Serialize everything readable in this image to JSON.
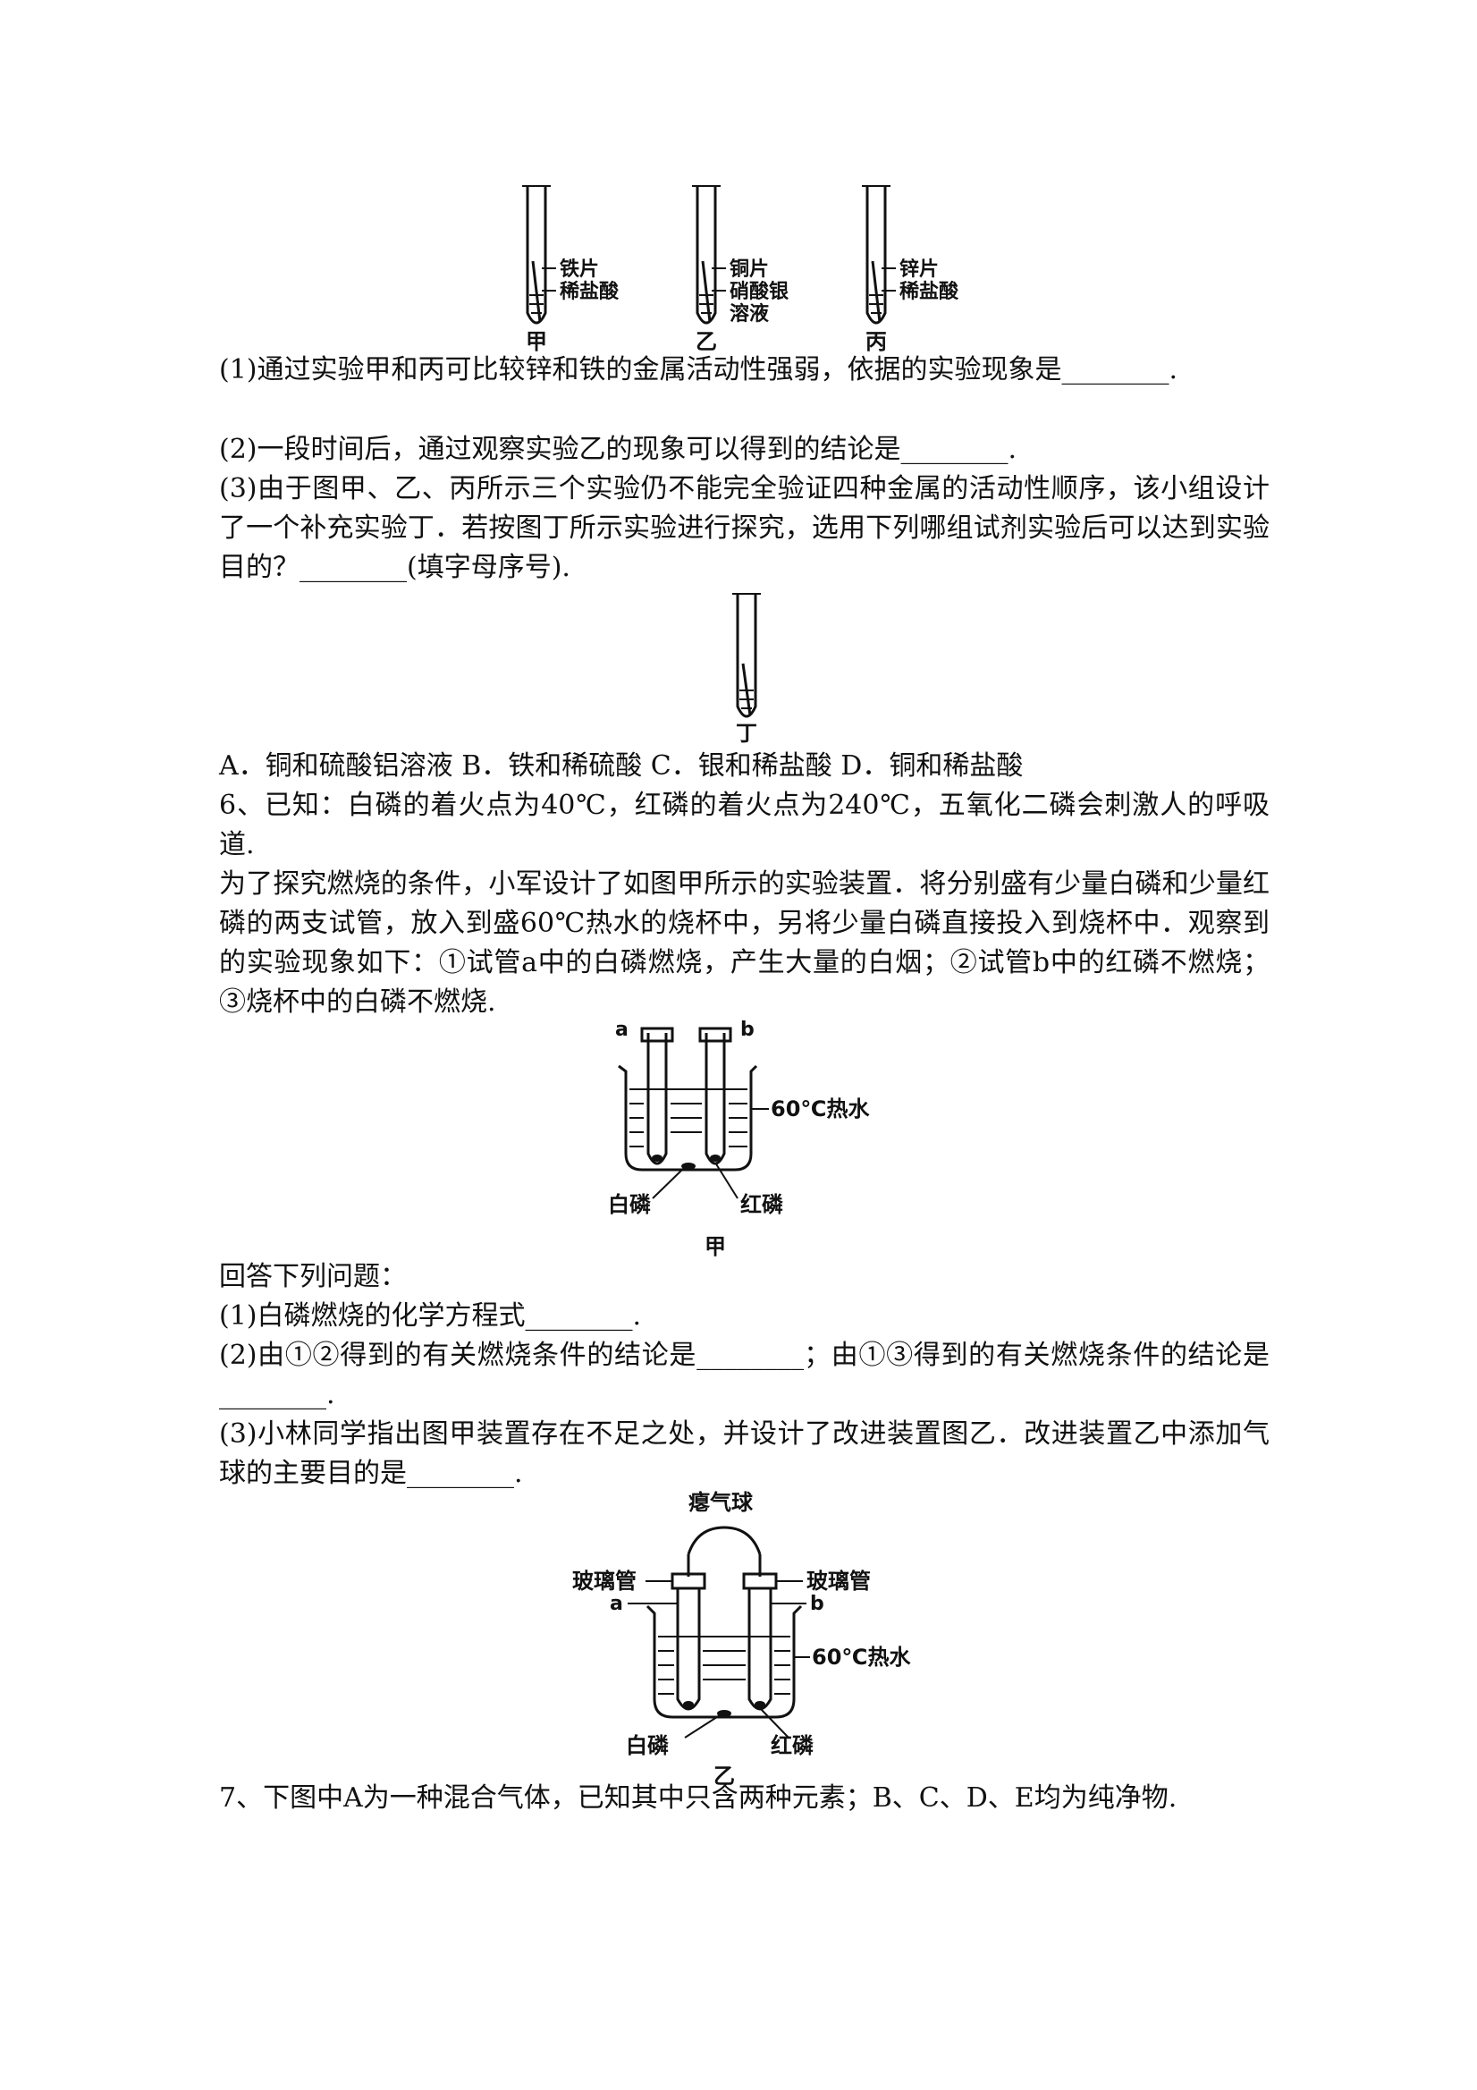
{
  "fig_tubes": {
    "jia": {
      "labels": [
        "铁片",
        "稀盐酸"
      ],
      "caption": "甲"
    },
    "yi": {
      "labels": [
        "铜片",
        "硝酸银",
        "溶液"
      ],
      "caption": "乙"
    },
    "bing": {
      "labels": [
        "锌片",
        "稀盐酸"
      ],
      "caption": "丙"
    }
  },
  "q5": {
    "p1": "(1)通过实验甲和丙可比较锌和铁的金属活动性强弱，依据的实验现象是________.",
    "p2": "(2)一段时间后，通过观察实验乙的现象可以得到的结论是________.",
    "p3": "(3)由于图甲、乙、丙所示三个实验仍不能完全验证四种金属的活动性顺序，该小组设计了一个补充实验丁．若按图丁所示实验进行探究，选用下列哪组试剂实验后可以达到实验目的？________(填字母序号).",
    "fig_ding_caption": "丁",
    "options": "A．铜和硫酸铝溶液  B．铁和稀硫酸  C．银和稀盐酸  D．铜和稀盐酸"
  },
  "q6": {
    "intro": "6、已知：白磷的着火点为40℃，红磷的着火点为240℃，五氧化二磷会刺激人的呼吸道.",
    "setup": "为了探究燃烧的条件，小军设计了如图甲所示的实验装置．将分别盛有少量白磷和少量红磷的两支试管，放入到盛60℃热水的烧杯中，另将少量白磷直接投入到烧杯中．观察到的实验现象如下：①试管a中的白磷燃烧，产生大量的白烟；②试管b中的红磷不燃烧；③烧杯中的白磷不燃烧.",
    "fig_jia": {
      "a": "a",
      "b": "b",
      "water": "60℃热水",
      "white_p": "白磷",
      "red_p": "红磷",
      "caption": "甲"
    },
    "answer_prompt": "回答下列问题：",
    "p1": "(1)白磷燃烧的化学方程式________.",
    "p2": "(2)由①②得到的有关燃烧条件的结论是________；由①③得到的有关燃烧条件的结论是________.",
    "p3": "(3)小林同学指出图甲装置存在不足之处，并设计了改进装置图乙．改进装置乙中添加气球的主要目的是________.",
    "fig_yi": {
      "balloon": "瘪气球",
      "glass_left": "玻璃管",
      "glass_right": "玻璃管",
      "a": "a",
      "b": "b",
      "water": "60℃热水",
      "white_p": "白磷",
      "red_p": "红磷",
      "caption": "乙"
    }
  },
  "q7": {
    "text": "7、下图中A为一种混合气体，已知其中只含两种元素；B、C、D、E均为纯净物."
  }
}
